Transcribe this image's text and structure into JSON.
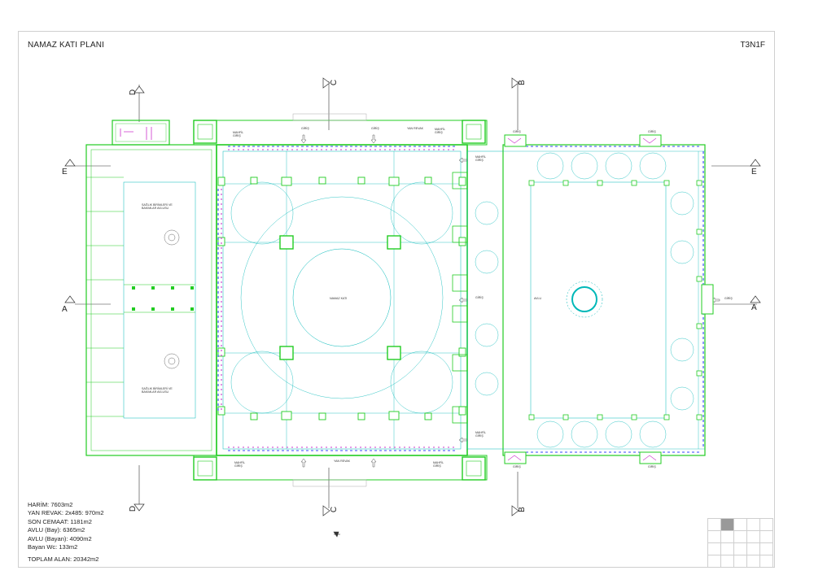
{
  "sheet": {
    "title": "NAMAZ KATI PLANI",
    "code": "T3N1F"
  },
  "section_marks": {
    "a_left": "A",
    "a_right": "A",
    "e_left": "E",
    "e_right": "E",
    "b_top": "B",
    "b_bottom": "B",
    "c_top": "C",
    "c_bottom": "C",
    "d_top": "D",
    "d_bottom": "D"
  },
  "room_labels": {
    "namaz_kati": "NAMAZ KATI",
    "avlu": "AVLU",
    "wc_top": "SAĞLIK BİRİMLERİ VE\nBAKIMLAR AVLUSU",
    "wc_bottom": "SAĞLIK BİRİMLERİ VE\nBAKIMLAR AVLUSU",
    "yan_revak_top": "YAN REVAK",
    "yan_revak_bottom": "YAN REVAK",
    "giris": "GİRİŞ",
    "mahfil_giris": "MAHFİL\nGİRİŞ"
  },
  "areas": {
    "harim": "HARİM: 7603m2",
    "yan_revak": "YAN REVAK: 2x485: 970m2",
    "son_cemaat": "SON CEMAAT: 1181m2",
    "avlu_bay": "AVLU (Bay): 6365m2",
    "avlu_bayan": "AVLU (Bayan): 4090m2",
    "bayan_wc": "Bayan Wc: 133m2",
    "toplam": "TOPLAM ALAN: 20342m2"
  },
  "colors": {
    "wall": "#22cc22",
    "structure": "#00b8b8",
    "blue_detail": "#3344ff",
    "magenta_detail": "#cc33cc",
    "section_line": "#333333",
    "grey_fill": "#999999"
  }
}
